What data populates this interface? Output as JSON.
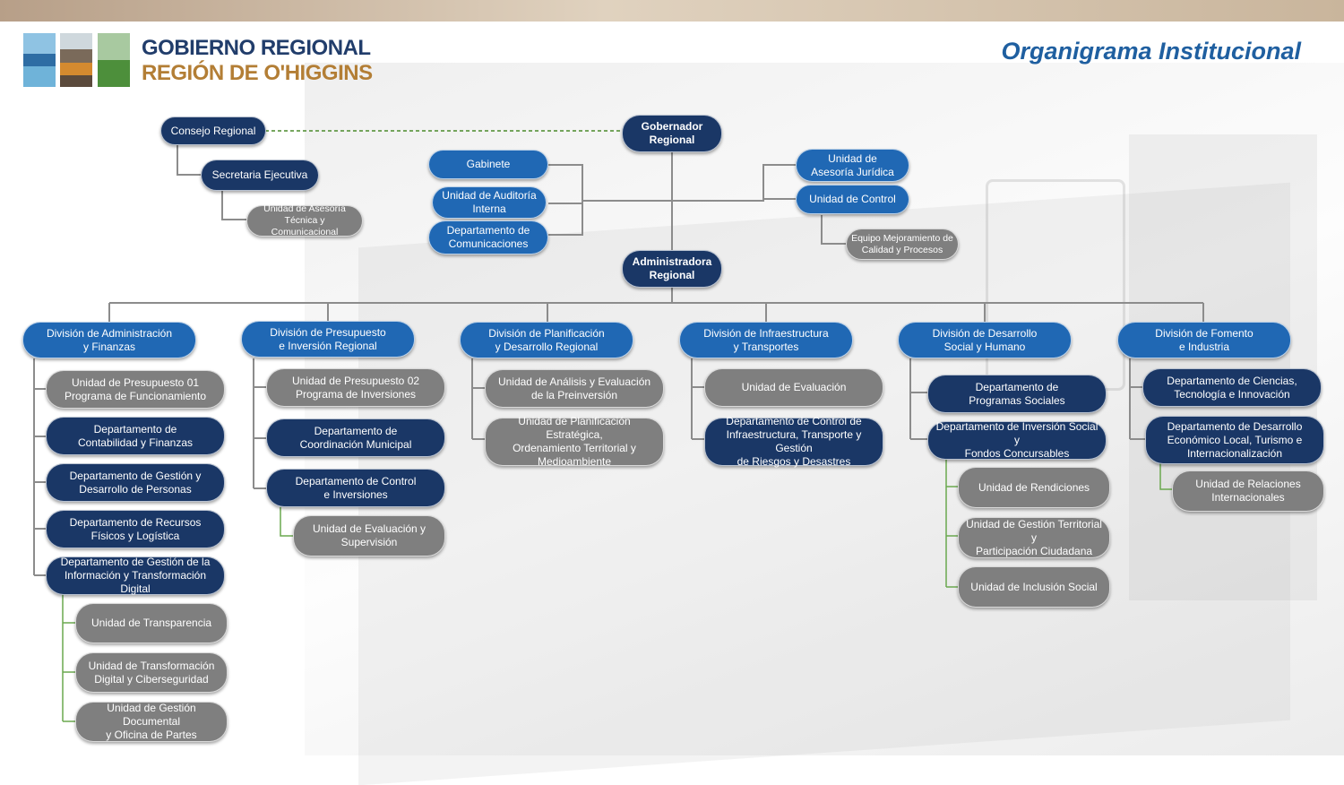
{
  "header": {
    "logo_line1": "GOBIERNO REGIONAL",
    "logo_line2": "REGIÓN DE O'HIGGINS",
    "page_title": "Organigrama Institucional"
  },
  "colors": {
    "dark": "#1a3766",
    "medium": "#2068b4",
    "gray": "#7f7f7f",
    "title": "#1f5fa0",
    "advisory_line": "#4a8a2a"
  },
  "org": {
    "gobernador": "Gobernador\nRegional",
    "consejo": "Consejo Regional",
    "secretaria": "Secretaria Ejecutiva",
    "asesoria_tecnica": "Unidad de Asesoría\nTécnica y Comunicacional",
    "gabinete": "Gabinete",
    "auditoria": "Unidad de Auditoría\nInterna",
    "comunicaciones": "Departamento de\nComunicaciones",
    "juridica": "Unidad de\nAsesoría Jurídica",
    "control": "Unidad de Control",
    "mejoramiento": "Equipo Mejoramiento de\nCalidad y Procesos",
    "administradora": "Administradora\nRegional",
    "divisions": [
      {
        "name": "División de Administración\ny Finanzas",
        "units": [
          "Unidad de Presupuesto 01\nPrograma de Funcionamiento",
          "Departamento de\nContabilidad y Finanzas",
          "Departamento de Gestión y\nDesarrollo de Personas",
          "Departamento de Recursos\nFísicos y Logística",
          "Departamento de Gestión de la\nInformación y Transformación Digital"
        ],
        "subunits": [
          "Unidad de Transparencia",
          "Unidad de Transformación\nDigital y Ciberseguridad",
          "Unidad de Gestión Documental\ny Oficina de Partes"
        ]
      },
      {
        "name": "División de Presupuesto\ne Inversión Regional",
        "units": [
          "Unidad de Presupuesto 02\nPrograma de Inversiones",
          "Departamento de\nCoordinación Municipal",
          "Departamento de Control\ne Inversiones"
        ],
        "subunits": [
          "Unidad de Evaluación y\nSupervisión"
        ]
      },
      {
        "name": "División de Planificación\ny Desarrollo Regional",
        "units": [
          "Unidad de Análisis y Evaluación\nde la Preinversión",
          "Unidad de Planificación Estratégica,\nOrdenamiento Territorial y\nMedioambiente"
        ],
        "subunits": []
      },
      {
        "name": "División de Infraestructura\ny Transportes",
        "units": [
          "Unidad de Evaluación",
          "Departamento de Control de\nInfraestructura, Transporte y Gestión\nde Riesgos y Desastres"
        ],
        "subunits": []
      },
      {
        "name": "División de Desarrollo\nSocial y Humano",
        "units": [
          "Departamento de\nProgramas Sociales",
          "Departamento de Inversión Social y\nFondos Concursables"
        ],
        "subunits": [
          "Unidad de Rendiciones",
          "Unidad de Gestión Territorial y\nParticipación Ciudadana",
          "Unidad de Inclusión Social"
        ]
      },
      {
        "name": "División de Fomento\ne Industria",
        "units": [
          "Departamento de Ciencias,\nTecnología e Innovación",
          "Departamento de Desarrollo\nEconómico Local, Turismo e\nInternacionalización"
        ],
        "subunits": [
          "Unidad de Relaciones\nInternacionales"
        ]
      }
    ]
  }
}
